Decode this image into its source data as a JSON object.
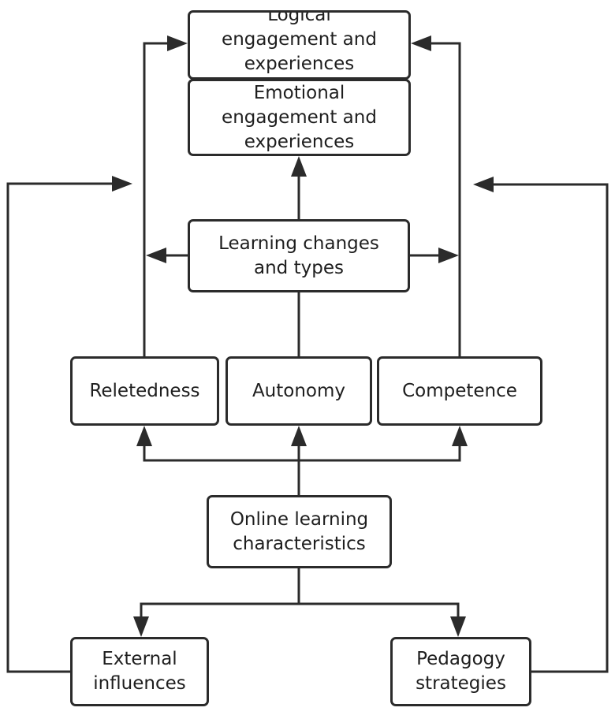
{
  "nodes": {
    "logical": "Logical\nengagement and\nexperiences",
    "emotional": "Emotional\nengagement and\nexperiences",
    "learning_changes": "Learning changes\nand types",
    "reletedness": "Reletedness",
    "autonomy": "Autonomy",
    "competence": "Competence",
    "online": "Online learning\ncharacteristics",
    "external": "External\ninfluences",
    "pedagogy": "Pedagogy\nstrategies"
  },
  "colors": {
    "line": "#2b2b2b",
    "box_border": "#2b2b2b",
    "text": "#1e1e1e"
  }
}
